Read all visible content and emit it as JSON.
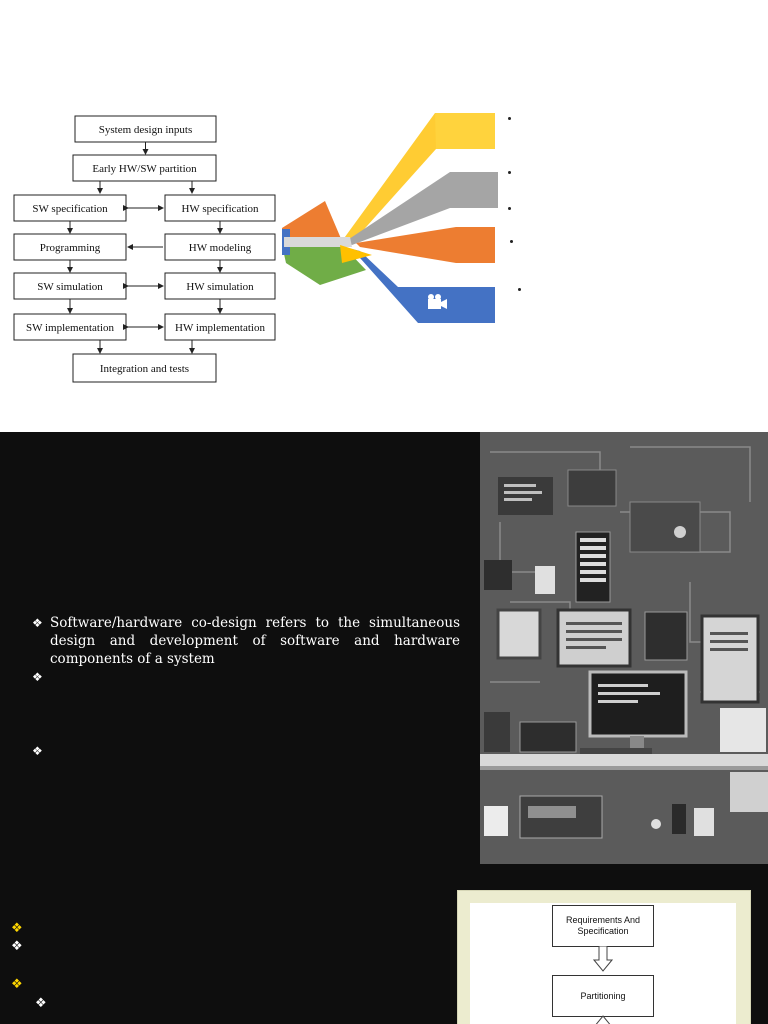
{
  "slide1": {
    "flowchart": {
      "top": "System design inputs",
      "partition": "Early HW/SW partition",
      "left": [
        "SW specification",
        "Programming",
        "SW simulation",
        "SW implementation"
      ],
      "right": [
        "HW specification",
        "HW modeling",
        "HW simulation",
        "HW implementation"
      ],
      "bottom": "Integration and tests"
    },
    "fan_colors": {
      "yellow": "#ffcc33",
      "gray": "#a5a5a5",
      "orange": "#ed7d31",
      "blue": "#4472c4",
      "green": "#70ad47"
    },
    "bullets": [
      "",
      "",
      "",
      "",
      ""
    ],
    "icon": "video-camera-icon"
  },
  "slide2": {
    "bullets": [
      "Software/hardware co-design refers to the simultaneous design and development of software and hardware components of a system",
      "",
      ""
    ],
    "image": "computer-workstation-illustration",
    "bullet_icon": "diamond-bullet-icon"
  },
  "slide3": {
    "bullet_colors": {
      "yellow": "#ffd700",
      "white": "#ffffff"
    },
    "diagram": {
      "box1": "Requirements And Specification",
      "box2": "Partitioning"
    }
  }
}
